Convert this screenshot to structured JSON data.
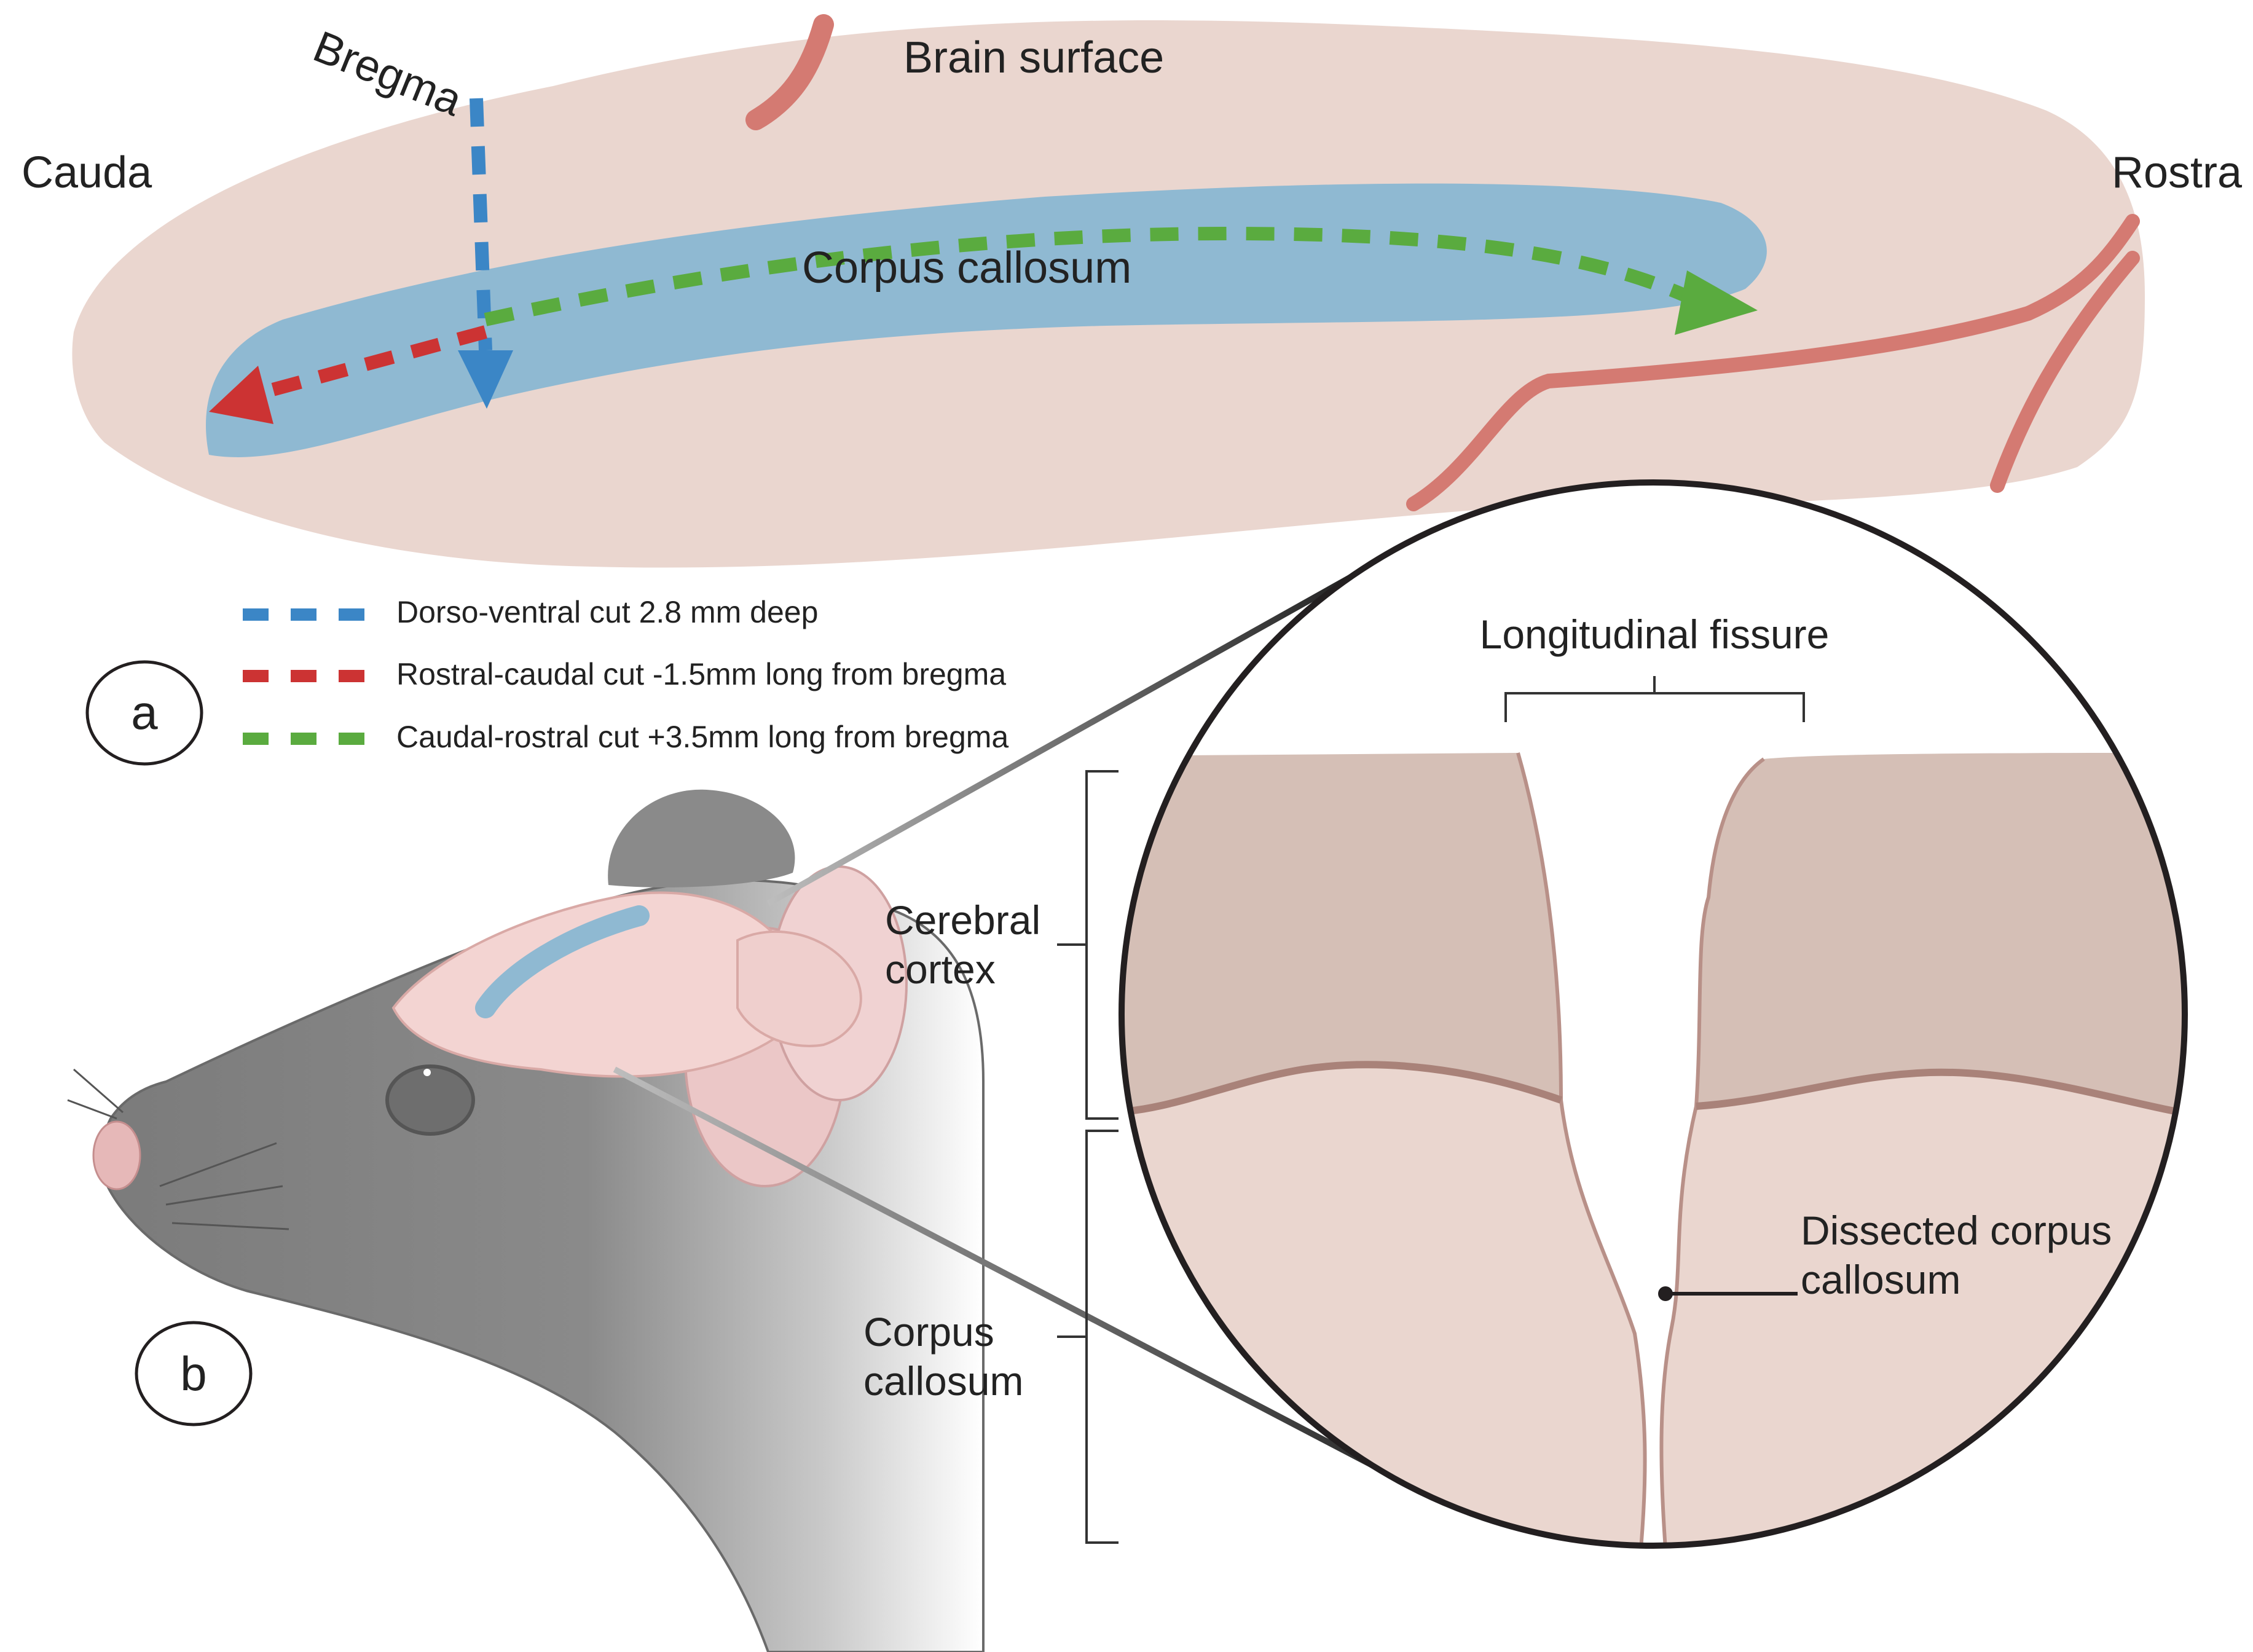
{
  "panel_a": {
    "label": "a",
    "labels": {
      "bregma": "Bregma",
      "brain_surface": "Brain surface",
      "cauda": "Cauda",
      "rostra": "Rostra",
      "corpus_callosum": "Corpus callosum"
    },
    "legend": [
      {
        "text": "Dorso-ventral cut 2.8 mm deep",
        "color": "#3b86c6"
      },
      {
        "text": "Rostral-caudal cut -1.5mm long from bregma",
        "color": "#cc3333"
      },
      {
        "text": "Caudal-rostral cut +3.5mm long from bregma",
        "color": "#5aab3f"
      }
    ]
  },
  "panel_b": {
    "label": "b",
    "labels": {
      "longitudinal_fissure": "Longitudinal fissure",
      "cerebral_cortex_line1": "Cerebral",
      "cerebral_cortex_line2": "cortex",
      "corpus_callosum_line1": "Corpus",
      "corpus_callosum_line2": "callosum",
      "dissected_line1": "Dissected corpus",
      "dissected_line2": "callosum"
    }
  },
  "colors": {
    "brain_tissue": "#ead6cf",
    "corpus_callosum": "#8fb9d2",
    "vessel": "#d47a72",
    "cortex": "#d5bfb6",
    "mouse_body": "#7d7d7d",
    "outline": "#231f20"
  }
}
